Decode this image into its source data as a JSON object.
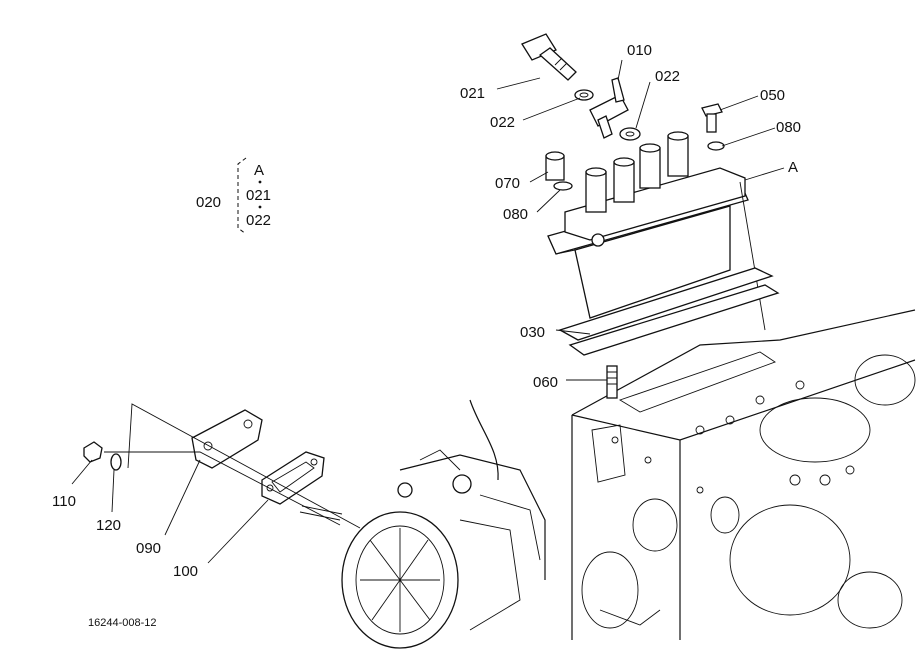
{
  "labels": {
    "p010": "010",
    "p021": "021",
    "p022_top": "022",
    "p022_left": "022",
    "p050": "050",
    "p080_right": "080",
    "p070": "070",
    "p080_left": "080",
    "a_ref": "A",
    "group_020": "020",
    "group_a": "A",
    "group_021": "021",
    "group_022": "022",
    "p030": "030",
    "p060": "060",
    "p110": "110",
    "p120": "120",
    "p090": "090",
    "p100": "100",
    "drawing_number": "16244-008-12"
  }
}
